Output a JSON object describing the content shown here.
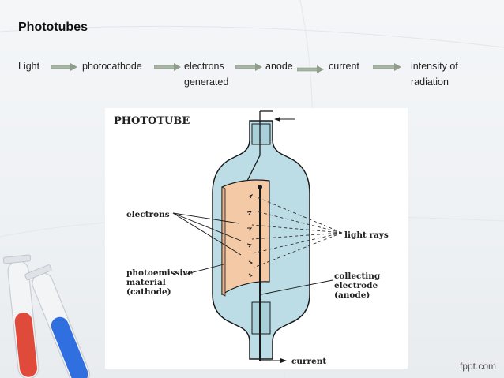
{
  "slide": {
    "title": "Phototubes",
    "flow": {
      "steps": [
        "Light",
        "photocathode",
        "electrons",
        "anode",
        "current",
        "intensity of"
      ],
      "step_line2": [
        "generated",
        "radiation"
      ]
    },
    "diagram": {
      "heading": "PHOTOTUBE",
      "labels": {
        "electrons": "electrons",
        "light_rays": "light rays",
        "photoemissive_1": "photoemissive",
        "photoemissive_2": "material",
        "photoemissive_3": "(cathode)",
        "collecting_1": "collecting",
        "collecting_2": "electrode",
        "collecting_3": "(anode)",
        "current": "current"
      }
    },
    "footer": "fppt.com",
    "colors": {
      "arrow": "#8e9e8a",
      "tube_glass": "#bcdde6",
      "tube_outline": "#1a1a1a",
      "cathode": "#f3c9a6",
      "red_tube": "#e04a3a",
      "blue_tube": "#2f6fe0"
    },
    "icons": [
      "test-tube-red-icon",
      "test-tube-blue-icon",
      "arrow-right-icon"
    ]
  }
}
